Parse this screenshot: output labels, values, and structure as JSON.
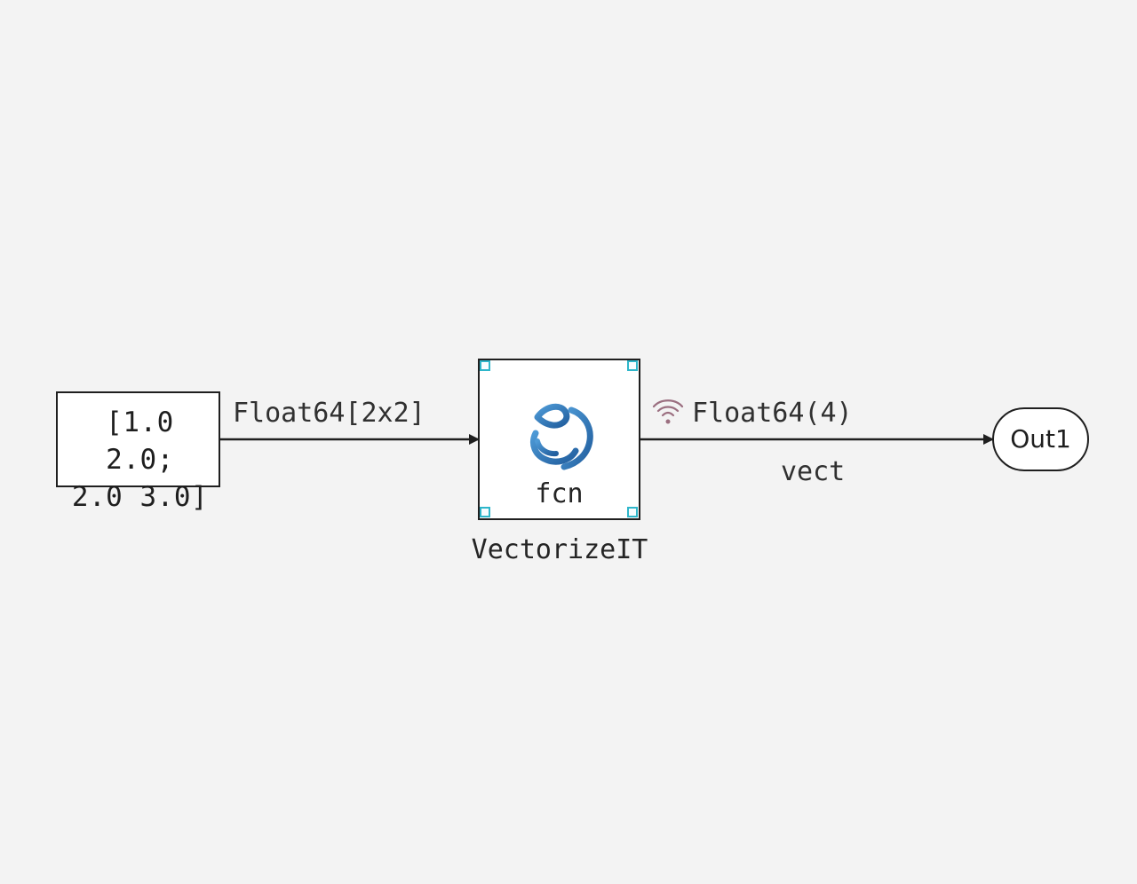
{
  "diagram": {
    "constant_block": {
      "value": "[1.0 2.0;\n2.0 3.0]"
    },
    "input_signal": {
      "type_label": "Float64[2x2]"
    },
    "function_block": {
      "icon": "julia-logo-icon",
      "label": "fcn",
      "name": "VectorizeIT"
    },
    "output_signal": {
      "icon": "wifi-signal-icon",
      "type_label": "Float64(4)",
      "name": "vect"
    },
    "outport_block": {
      "label": "Out1"
    },
    "colors": {
      "background": "#f3f3f3",
      "line": "#1f1f1f",
      "selection_handle": "#2eb6ca",
      "logo_blue": "#2d78bf",
      "signal_icon": "#9b6f80"
    }
  }
}
